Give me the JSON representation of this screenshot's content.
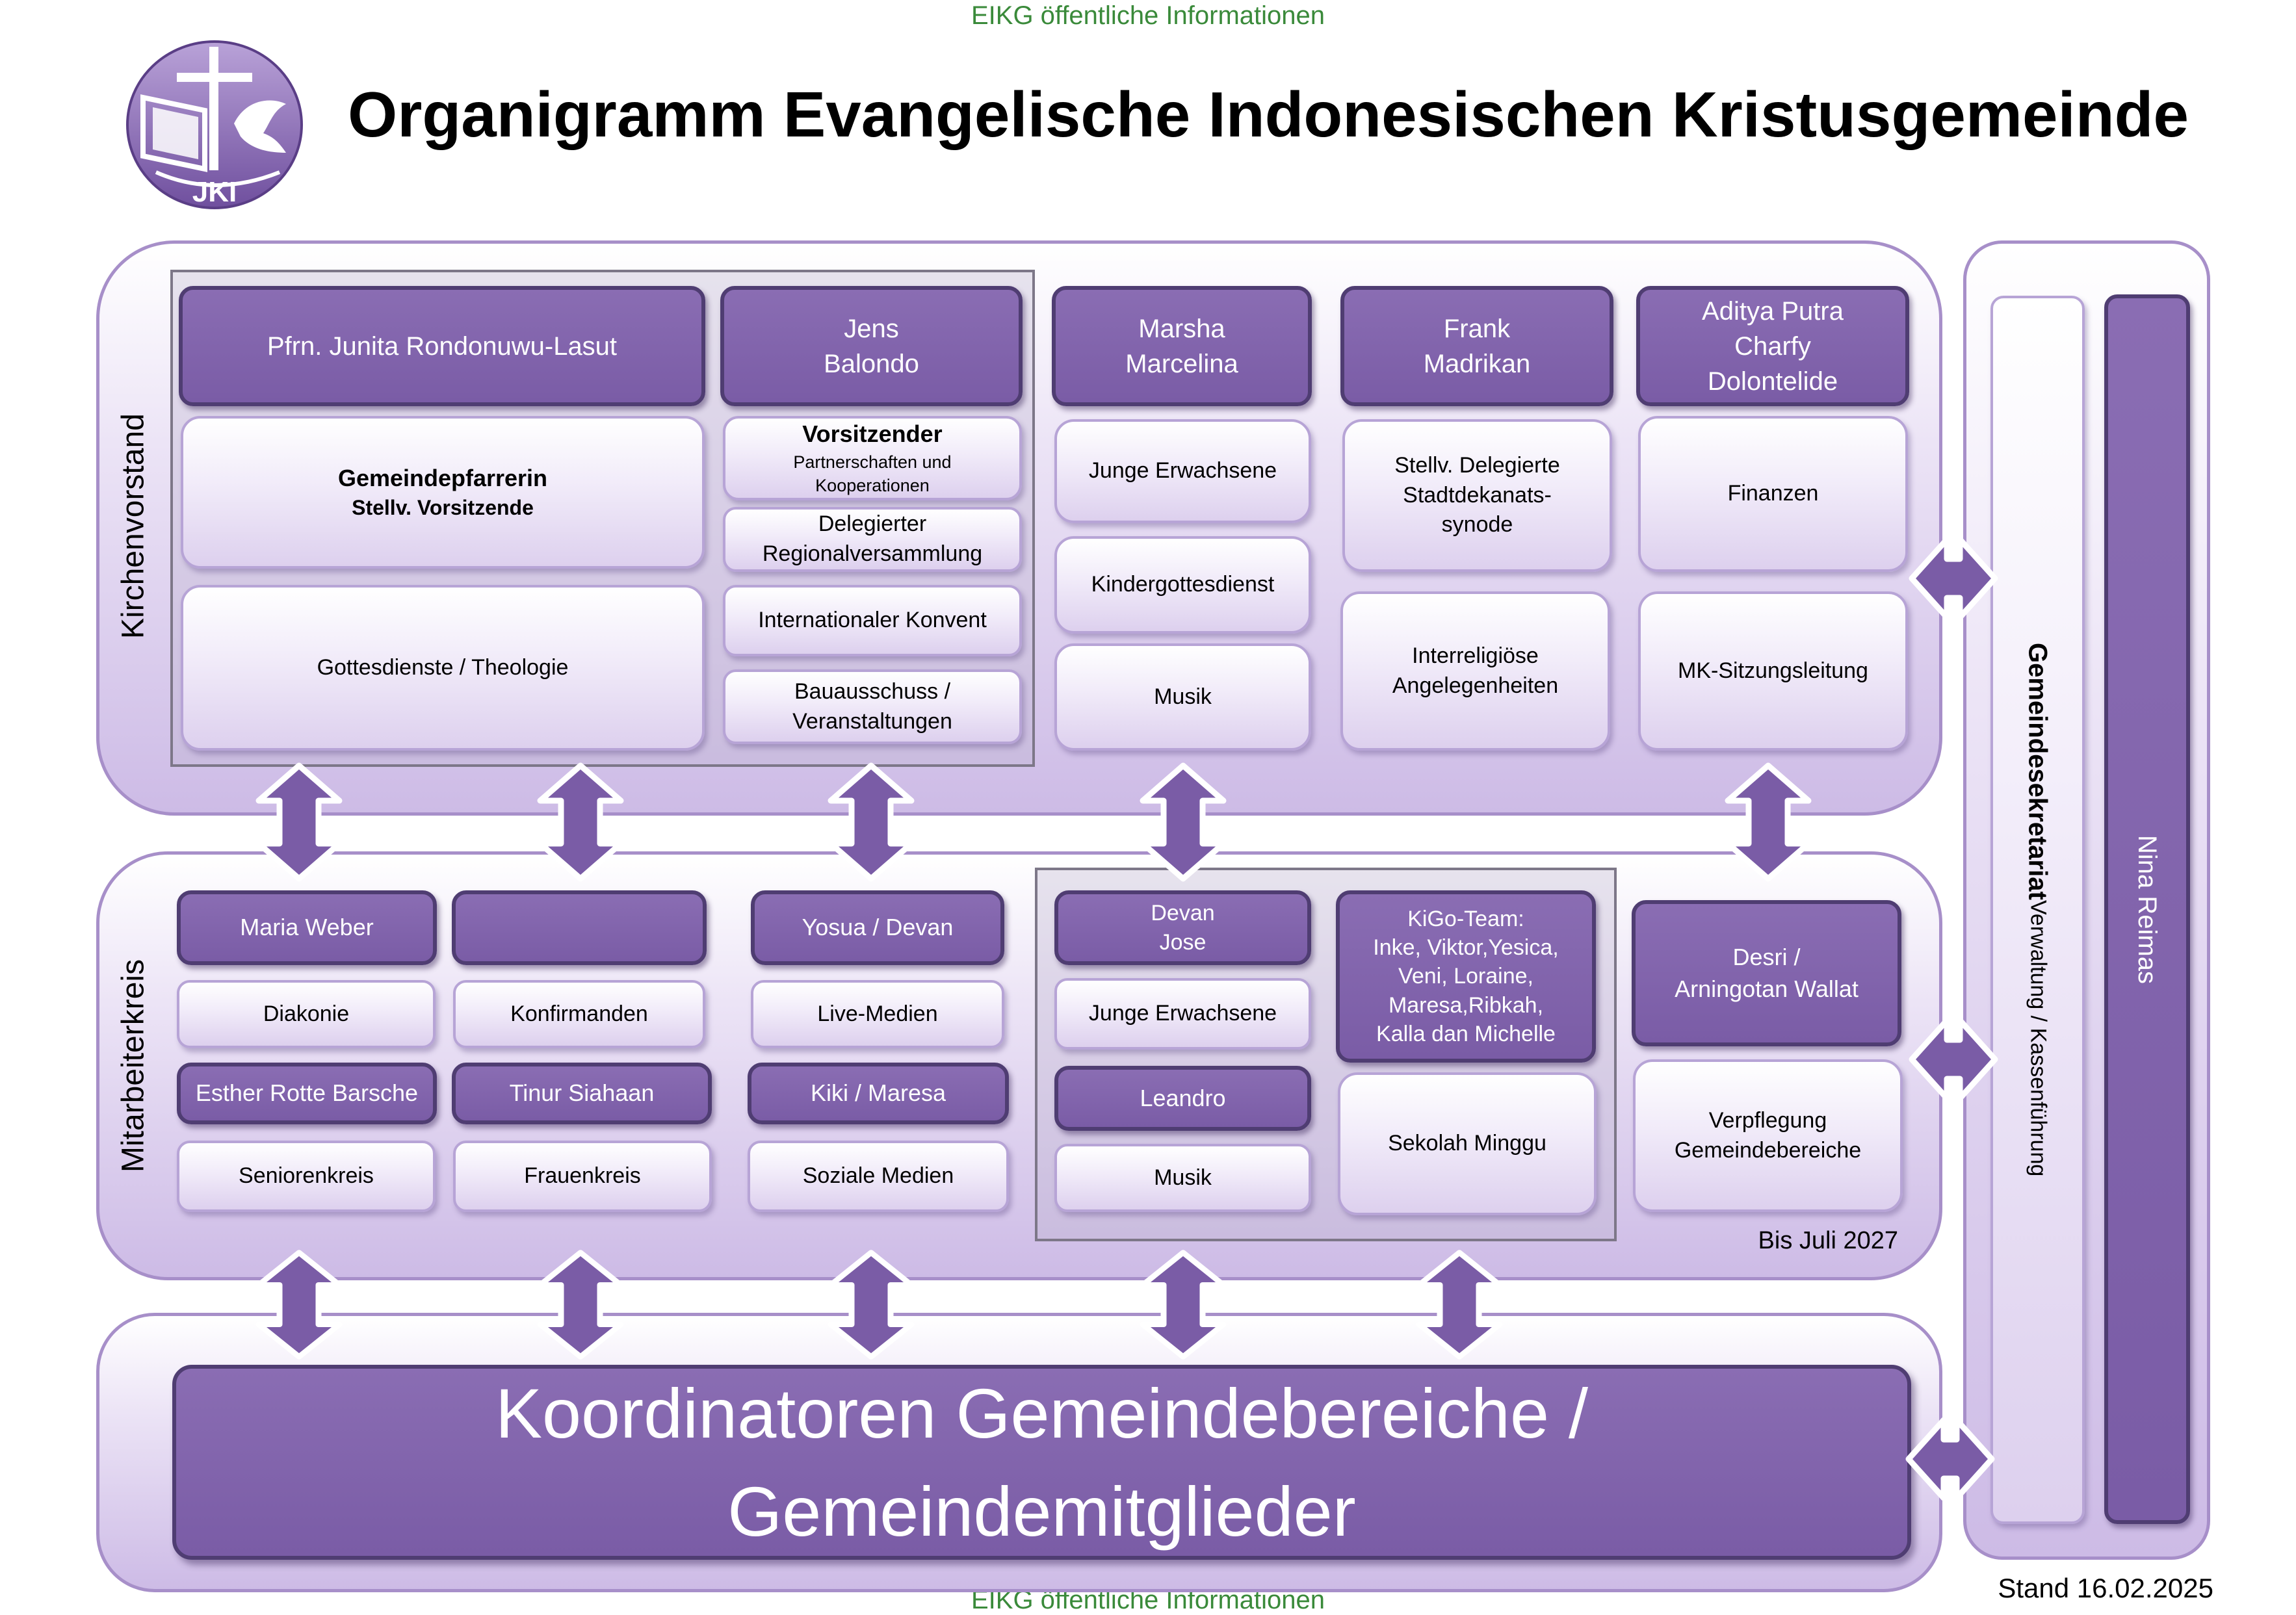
{
  "classification_top": "EIKG öffentliche Informationen",
  "classification_bottom": "EIKG öffentliche Informationen",
  "logo_text": "JKI",
  "title": "Organigramm Evangelische Indonesischen Kristusgemeinde",
  "kirchenvorstand": {
    "label": "Kirchenvorstand",
    "col1": {
      "name": "Pfrn. Junita Rondonuwu-Lasut",
      "role_line1": "Gemeindepfarrerin",
      "role_line2": "Stellv. Vorsitzende",
      "area": "Gottesdienste / Theologie"
    },
    "col2": {
      "name_line1": "Jens",
      "name_line2": "Balondo",
      "role_title": "Vorsitzender",
      "role_sub1": "Partnerschaften und",
      "role_sub2": "Kooperationen",
      "area1_line1": "Delegierter",
      "area1_line2": "Regionalversammlung",
      "area2": "Internationaler Konvent",
      "area3_line1": "Bauausschuss /",
      "area3_line2": "Veranstaltungen"
    },
    "col3": {
      "name_line1": "Marsha",
      "name_line2": "Marcelina",
      "area1": "Junge Erwachsene",
      "area2": "Kindergottesdienst",
      "area3": "Musik"
    },
    "col4": {
      "name_line1": "Frank",
      "name_line2": "Madrikan",
      "area1_line1": "Stellv. Delegierte",
      "area1_line2": "Stadtdekanats-",
      "area1_line3": "synode",
      "area2_line1": "Interreligiöse",
      "area2_line2": "Angelegenheiten"
    },
    "col5": {
      "name_line1": "Aditya Putra",
      "name_line2": "Charfy",
      "name_line3": "Dolontelide",
      "area1": "Finanzen",
      "area2": "MK-Sitzungsleitung"
    }
  },
  "mitarbeiterkreis": {
    "label": "Mitarbeiterkreis",
    "note": "Bis Juli 2027",
    "c1": {
      "p1": "Maria Weber",
      "a1": "Diakonie",
      "p2": "Esther Rotte Barsche",
      "a2": "Seniorenkreis"
    },
    "c2": {
      "p1": "",
      "a1": "Konfirmanden",
      "p2": "Tinur Siahaan",
      "a2": "Frauenkreis"
    },
    "c3": {
      "p1": "Yosua / Devan",
      "a1": "Live-Medien",
      "p2": "Kiki / Maresa",
      "a2": "Soziale Medien"
    },
    "c4": {
      "p1_line1": "Devan",
      "p1_line2": "Jose",
      "a1": "Junge Erwachsene",
      "p2": "Leandro",
      "a2": "Musik"
    },
    "c5": {
      "team_line1": "KiGo-Team:",
      "team_line2": "Inke, Viktor,Yesica,",
      "team_line3": "Veni, Loraine,",
      "team_line4": "Maresa,Ribkah,",
      "team_line5": "Kalla dan Michelle",
      "area": "Sekolah Minggu"
    },
    "c6": {
      "p1_line1": "Desri /",
      "p1_line2": "Arningotan Wallat",
      "a1_line1": "Verpflegung",
      "a1_line2": "Gemeindebereiche"
    }
  },
  "koordinatoren": {
    "line1": "Koordinatoren Gemeindebereiche /",
    "line2": "Gemeindemitglieder"
  },
  "sekretariat": {
    "title": "Gemeindesekretariat",
    "subtitle": "Verwaltung / Kassenführung",
    "person": "Nina Reimas"
  },
  "stand": "Stand 16.02.2025",
  "colors": {
    "dark_box": "#7a5ca6",
    "dark_border": "#4f3d72",
    "light_box": "#f1ebf9",
    "panel_border": "#a78fc9",
    "classification": "#3a8a3a"
  }
}
